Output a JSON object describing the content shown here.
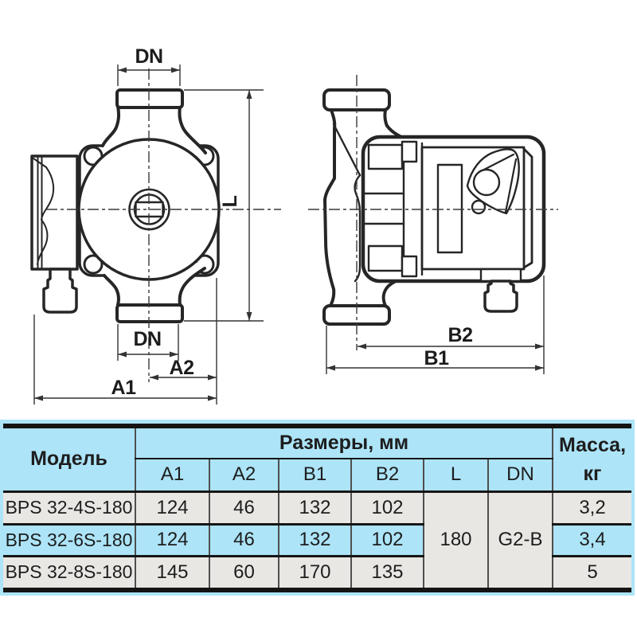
{
  "diagram": {
    "labels": {
      "dn_top": "DN",
      "l": "L",
      "dn_bottom": "DN",
      "a2": "A2",
      "a1": "A1",
      "b2": "B2",
      "b1": "B1"
    }
  },
  "table": {
    "headers": {
      "model": "Модель",
      "dimensions": "Размеры, мм",
      "mass_line1": "Масса,",
      "mass_line2": "кг",
      "sub": [
        "A1",
        "A2",
        "B1",
        "B2",
        "L",
        "DN"
      ]
    },
    "merged": {
      "l": "180",
      "dn": "G2-B"
    },
    "rows": [
      {
        "model": "BPS 32-4S-180",
        "a1": "124",
        "a2": "46",
        "b1": "132",
        "b2": "102",
        "mass": "3,2"
      },
      {
        "model": "BPS 32-6S-180",
        "a1": "124",
        "a2": "46",
        "b1": "132",
        "b2": "102",
        "mass": "3,4"
      },
      {
        "model": "BPS 32-8S-180",
        "a1": "145",
        "a2": "60",
        "b1": "170",
        "b2": "135",
        "mass": "5"
      }
    ],
    "colors": {
      "blue": "#ade4f8",
      "gray": "#e8e7e4",
      "bar_black": "#141414",
      "grid_gray": "#4f4f4f"
    }
  }
}
